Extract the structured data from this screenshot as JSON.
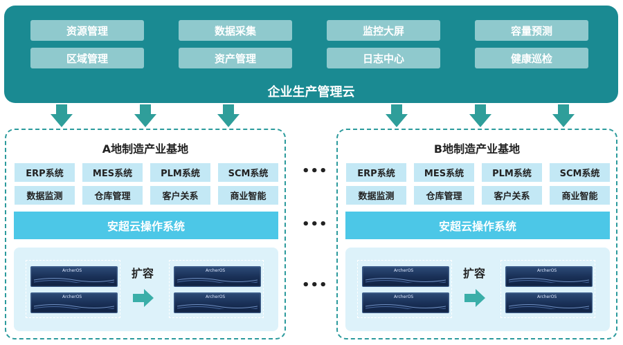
{
  "cloud": {
    "title": "企业生产管理云",
    "modules": [
      "资源管理",
      "数据采集",
      "监控大屏",
      "容量预测",
      "区域管理",
      "资产管理",
      "日志中心",
      "健康巡检"
    ]
  },
  "sites": [
    {
      "title": "A地制造产业基地",
      "systems": [
        "ERP系统",
        "MES系统",
        "PLM系统",
        "SCM系统",
        "数据监测",
        "仓库管理",
        "客户关系",
        "商业智能"
      ],
      "os": "安超云操作系统",
      "expand_label": "扩容",
      "server_brand": "ArcherOS"
    },
    {
      "title": "B地制造产业基地",
      "systems": [
        "ERP系统",
        "MES系统",
        "PLM系统",
        "SCM系统",
        "数据监测",
        "仓库管理",
        "客户关系",
        "商业智能"
      ],
      "os": "安超云操作系统",
      "expand_label": "扩容",
      "server_brand": "ArcherOS"
    }
  ],
  "ellipsis": "•••",
  "colors": {
    "cloud_bg": "#1a8a92",
    "cloud_button": "#8fc9cd",
    "arrow": "#2f9e9a",
    "system_button": "#c3e8f5",
    "os_bar": "#4cc7e7",
    "hardware_panel": "#ddf2fa",
    "site_border": "#2b9a9c"
  }
}
